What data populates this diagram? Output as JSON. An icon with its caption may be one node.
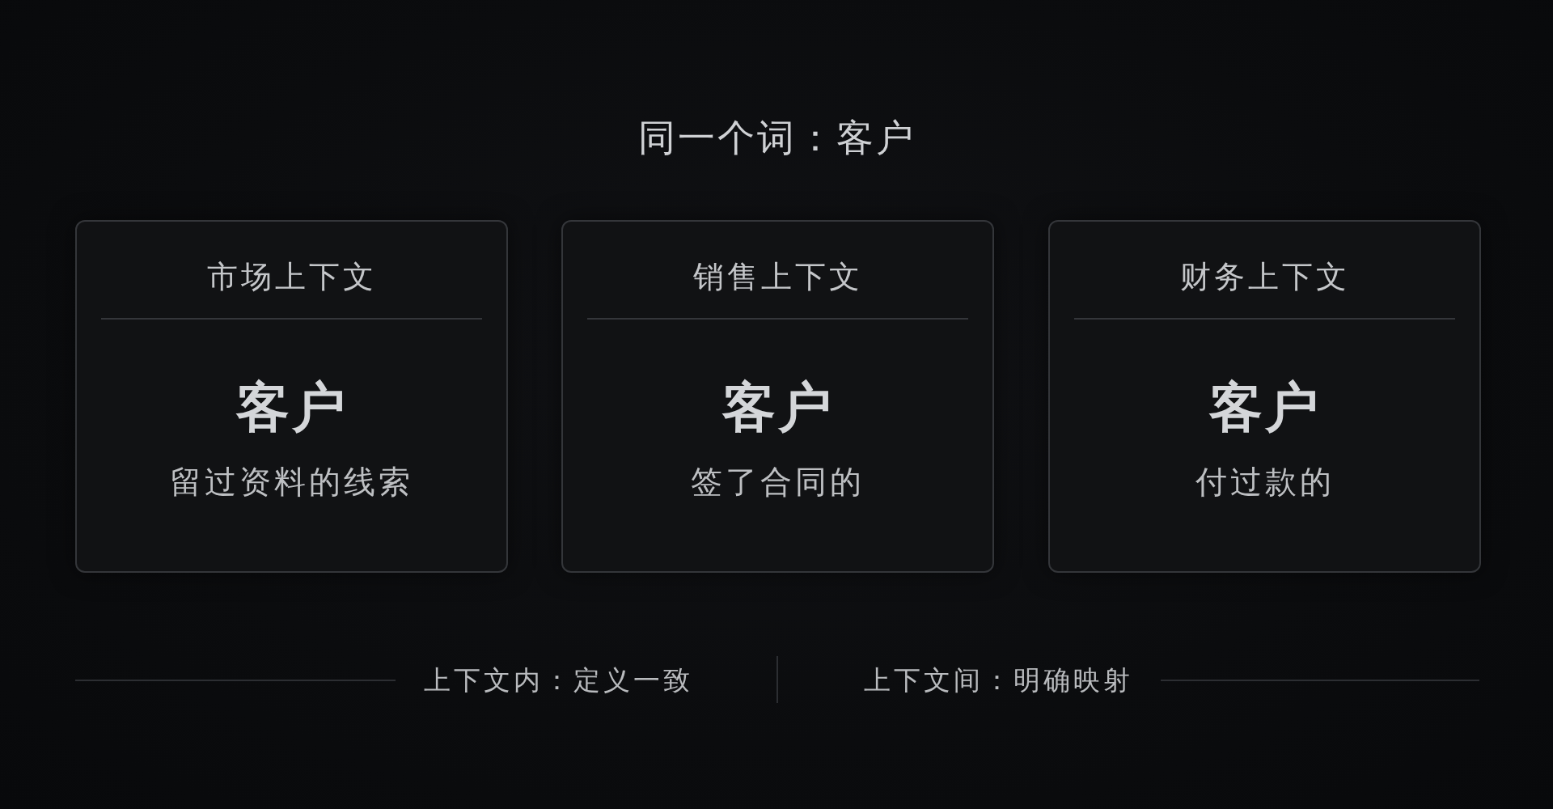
{
  "diagram": {
    "title": "同一个词：客户",
    "nodes": [
      {
        "text": [
          "市场上下文",
          "客户",
          "留过资料的线索"
        ]
      },
      {
        "text": [
          "销售上下文",
          "客户",
          "签了合同的"
        ]
      },
      {
        "text": [
          "财务上下文",
          "客户",
          "付过款的"
        ]
      }
    ],
    "labels": [
      "上下文内：定义一致",
      "上下文间：明确映射"
    ]
  }
}
